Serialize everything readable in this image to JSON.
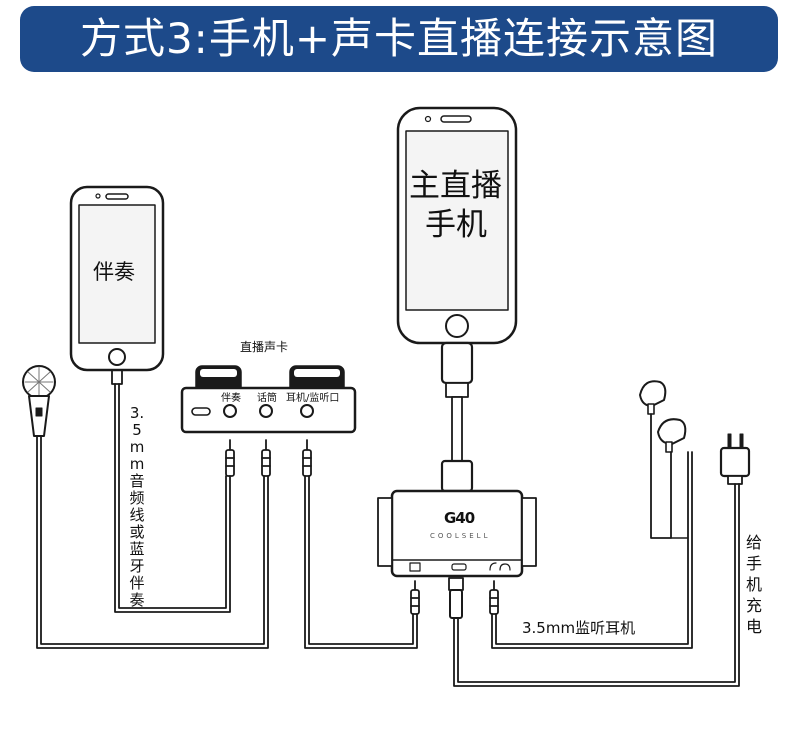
{
  "title": "方式3:手机+声卡直播连接示意图",
  "colors": {
    "banner": "#1d4a8a",
    "line": "#1a1a1a",
    "screen": "#f4f4f4",
    "body": "#ffffff"
  },
  "phones": {
    "accompaniment": {
      "screen_label": "伴奏"
    },
    "main": {
      "screen_label_line1": "主直播",
      "screen_label_line2": "手机"
    }
  },
  "sound_card": {
    "label": "直播声卡",
    "ports": {
      "accompaniment": "伴奏",
      "microphone": "话筒",
      "headphone": "耳机/监听口"
    }
  },
  "adapter": {
    "logo": "G40",
    "brand": "COOLSELL"
  },
  "cable_labels": {
    "accompaniment_cable": "3.5mm 音频线或蓝牙伴奏",
    "monitor_earphone": "3.5mm监听耳机",
    "charge": "给手机充电"
  },
  "icons": [
    "microphone-icon",
    "earphone-icon",
    "power-plug-icon",
    "headphone-port-icon",
    "battery-icon"
  ]
}
